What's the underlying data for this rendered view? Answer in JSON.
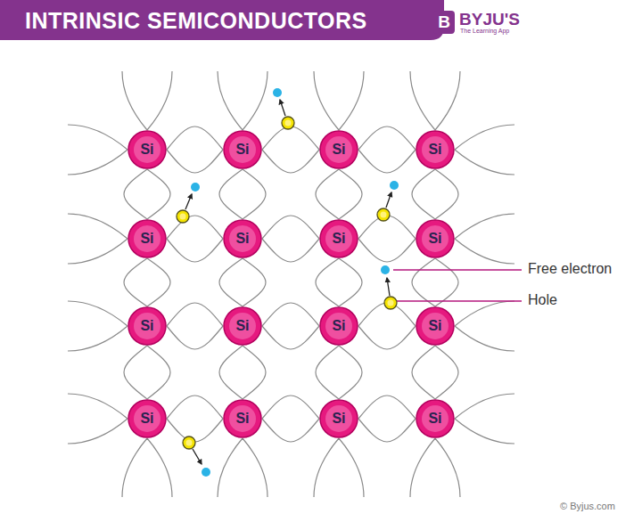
{
  "diagram": {
    "title": "INTRINSIC SEMICONDUCTORS",
    "nodes": [
      {
        "text": [
          "Si"
        ]
      },
      {
        "text": [
          "Si"
        ]
      },
      {
        "text": [
          "Si"
        ]
      },
      {
        "text": [
          "Si"
        ]
      },
      {
        "text": [
          "Si"
        ]
      },
      {
        "text": [
          "Si"
        ]
      },
      {
        "text": [
          "Si"
        ]
      },
      {
        "text": [
          "Si"
        ]
      },
      {
        "text": [
          "Si"
        ]
      },
      {
        "text": [
          "Si"
        ]
      },
      {
        "text": [
          "Si"
        ]
      },
      {
        "text": [
          "Si"
        ]
      },
      {
        "text": [
          "Si"
        ]
      },
      {
        "text": [
          "Si"
        ]
      },
      {
        "text": [
          "Si"
        ]
      },
      {
        "text": [
          "Si"
        ]
      }
    ],
    "edges": [
      {
        "from": 0,
        "to": 1,
        "arrow": "none"
      },
      {
        "from": 1,
        "to": 2,
        "arrow": "none"
      },
      {
        "from": 2,
        "to": 3,
        "arrow": "none"
      },
      {
        "from": 4,
        "to": 5,
        "arrow": "none"
      },
      {
        "from": 5,
        "to": 6,
        "arrow": "none"
      },
      {
        "from": 6,
        "to": 7,
        "arrow": "none"
      },
      {
        "from": 8,
        "to": 9,
        "arrow": "none"
      },
      {
        "from": 9,
        "to": 10,
        "arrow": "none"
      },
      {
        "from": 10,
        "to": 11,
        "arrow": "none"
      },
      {
        "from": 12,
        "to": 13,
        "arrow": "none"
      },
      {
        "from": 13,
        "to": 14,
        "arrow": "none"
      },
      {
        "from": 14,
        "to": 15,
        "arrow": "none"
      },
      {
        "from": 0,
        "to": 4,
        "arrow": "none"
      },
      {
        "from": 1,
        "to": 5,
        "arrow": "none"
      },
      {
        "from": 2,
        "to": 6,
        "arrow": "none"
      },
      {
        "from": 3,
        "to": 7,
        "arrow": "none"
      },
      {
        "from": 4,
        "to": 8,
        "arrow": "none"
      },
      {
        "from": 5,
        "to": 9,
        "arrow": "none"
      },
      {
        "from": 6,
        "to": 10,
        "arrow": "none"
      },
      {
        "from": 7,
        "to": 11,
        "arrow": "none"
      },
      {
        "from": 8,
        "to": 12,
        "arrow": "none"
      },
      {
        "from": 9,
        "to": 13,
        "arrow": "none"
      },
      {
        "from": 10,
        "to": 14,
        "arrow": "none"
      },
      {
        "from": 11,
        "to": 15,
        "arrow": "none"
      }
    ],
    "labels": [
      "B",
      "BYJU'S",
      "The Learning App",
      "Free electron",
      "Hole",
      "© Byjus.com"
    ]
  }
}
